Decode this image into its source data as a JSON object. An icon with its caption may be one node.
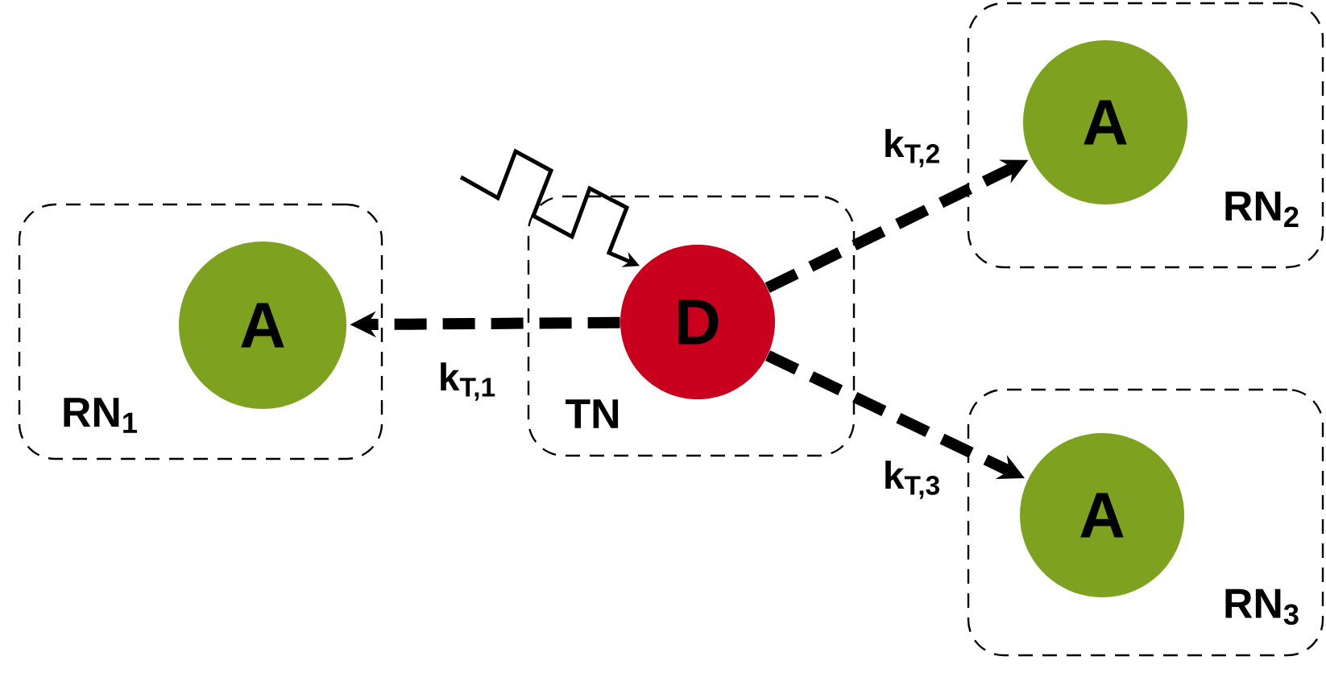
{
  "diagram": {
    "nodes": [
      {
        "text": [
          "RN$_{1}$"
        ]
      },
      {
        "text": [
          "A"
        ],
        "in": 0
      },
      {
        "text": [
          "TN"
        ]
      },
      {
        "text": [
          "D"
        ],
        "in": 2
      },
      {
        "text": [
          "RN$_{2}$"
        ]
      },
      {
        "text": [
          "A"
        ],
        "in": 4
      },
      {
        "text": [
          "RN$_{3}$"
        ]
      },
      {
        "text": [
          "A"
        ],
        "in": 6
      }
    ],
    "edges": [
      {
        "from": 3,
        "to": 1,
        "arrow": "to",
        "label": "k$_{T,1}$",
        "style": "dashed"
      },
      {
        "from": 3,
        "to": 5,
        "arrow": "to",
        "label": "k$_{T,2}$",
        "style": "dashed"
      },
      {
        "from": 3,
        "to": 7,
        "arrow": "to",
        "label": "k$_{T,3}$",
        "style": "dashed"
      },
      {
        "from": null,
        "to": 3,
        "arrow": "to"
      }
    ]
  }
}
